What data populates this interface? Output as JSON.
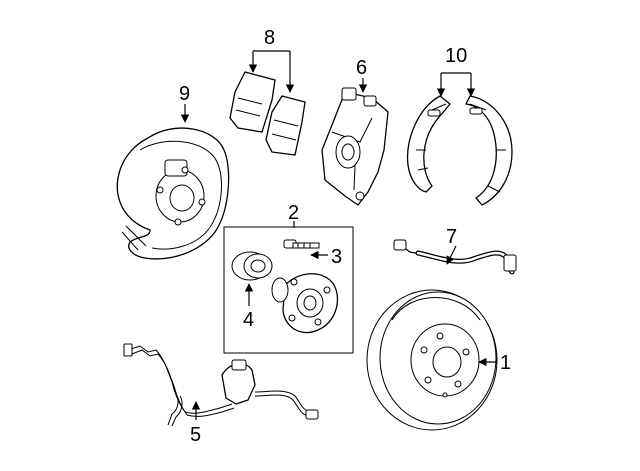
{
  "diagram": {
    "title": "Rear brake components exploded view",
    "line_color": "#000000",
    "background": "#ffffff",
    "callouts": [
      {
        "id": "1",
        "label": "1",
        "part": "brake-rotor"
      },
      {
        "id": "2",
        "label": "2",
        "part": "hub-assembly-group"
      },
      {
        "id": "3",
        "label": "3",
        "part": "wheel-stud"
      },
      {
        "id": "4",
        "label": "4",
        "part": "hub-bearing"
      },
      {
        "id": "5",
        "label": "5",
        "part": "abs-sensor-wire"
      },
      {
        "id": "6",
        "label": "6",
        "part": "brake-caliper"
      },
      {
        "id": "7",
        "label": "7",
        "part": "brake-hose"
      },
      {
        "id": "8",
        "label": "8",
        "part": "brake-pads"
      },
      {
        "id": "9",
        "label": "9",
        "part": "dust-shield"
      },
      {
        "id": "10",
        "label": "10",
        "part": "parking-brake-shoes"
      }
    ]
  }
}
